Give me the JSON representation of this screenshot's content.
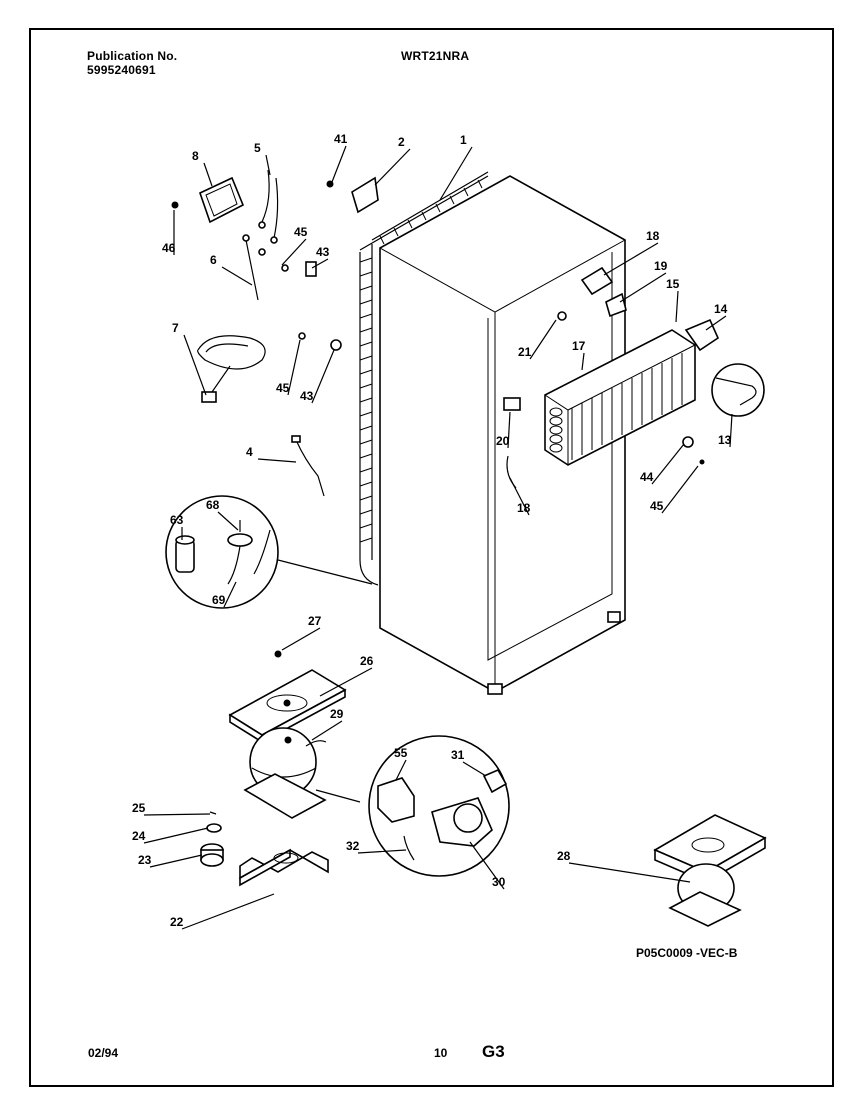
{
  "header": {
    "publication_label": "Publication No.",
    "publication_number": "5995240691",
    "model": "WRT21NRA"
  },
  "diagram": {
    "code": "P05C0009 -VEC-B",
    "callouts": [
      {
        "id": "c1",
        "text": "1"
      },
      {
        "id": "c2",
        "text": "2"
      },
      {
        "id": "c41",
        "text": "41"
      },
      {
        "id": "c8",
        "text": "8"
      },
      {
        "id": "c5",
        "text": "5"
      },
      {
        "id": "c46",
        "text": "46"
      },
      {
        "id": "c45a",
        "text": "45"
      },
      {
        "id": "c43a",
        "text": "43"
      },
      {
        "id": "c6",
        "text": "6"
      },
      {
        "id": "c7",
        "text": "7"
      },
      {
        "id": "c45b",
        "text": "45"
      },
      {
        "id": "c43b",
        "text": "43"
      },
      {
        "id": "c18a",
        "text": "18"
      },
      {
        "id": "c19",
        "text": "19"
      },
      {
        "id": "c15",
        "text": "15"
      },
      {
        "id": "c14",
        "text": "14"
      },
      {
        "id": "c21",
        "text": "21"
      },
      {
        "id": "c17",
        "text": "17"
      },
      {
        "id": "c13",
        "text": "13"
      },
      {
        "id": "c20",
        "text": "20"
      },
      {
        "id": "c44",
        "text": "44"
      },
      {
        "id": "c45c",
        "text": "45"
      },
      {
        "id": "c18b",
        "text": "18"
      },
      {
        "id": "c4",
        "text": "4"
      },
      {
        "id": "c63",
        "text": "63"
      },
      {
        "id": "c68",
        "text": "68"
      },
      {
        "id": "c69",
        "text": "69"
      },
      {
        "id": "c27",
        "text": "27"
      },
      {
        "id": "c26",
        "text": "26"
      },
      {
        "id": "c29",
        "text": "29"
      },
      {
        "id": "c55",
        "text": "55"
      },
      {
        "id": "c31",
        "text": "31"
      },
      {
        "id": "c25",
        "text": "25"
      },
      {
        "id": "c24",
        "text": "24"
      },
      {
        "id": "c23",
        "text": "23"
      },
      {
        "id": "c32",
        "text": "32"
      },
      {
        "id": "c30",
        "text": "30"
      },
      {
        "id": "c28",
        "text": "28"
      },
      {
        "id": "c22",
        "text": "22"
      }
    ]
  },
  "footer": {
    "date": "02/94",
    "page": "10",
    "section": "G3"
  }
}
